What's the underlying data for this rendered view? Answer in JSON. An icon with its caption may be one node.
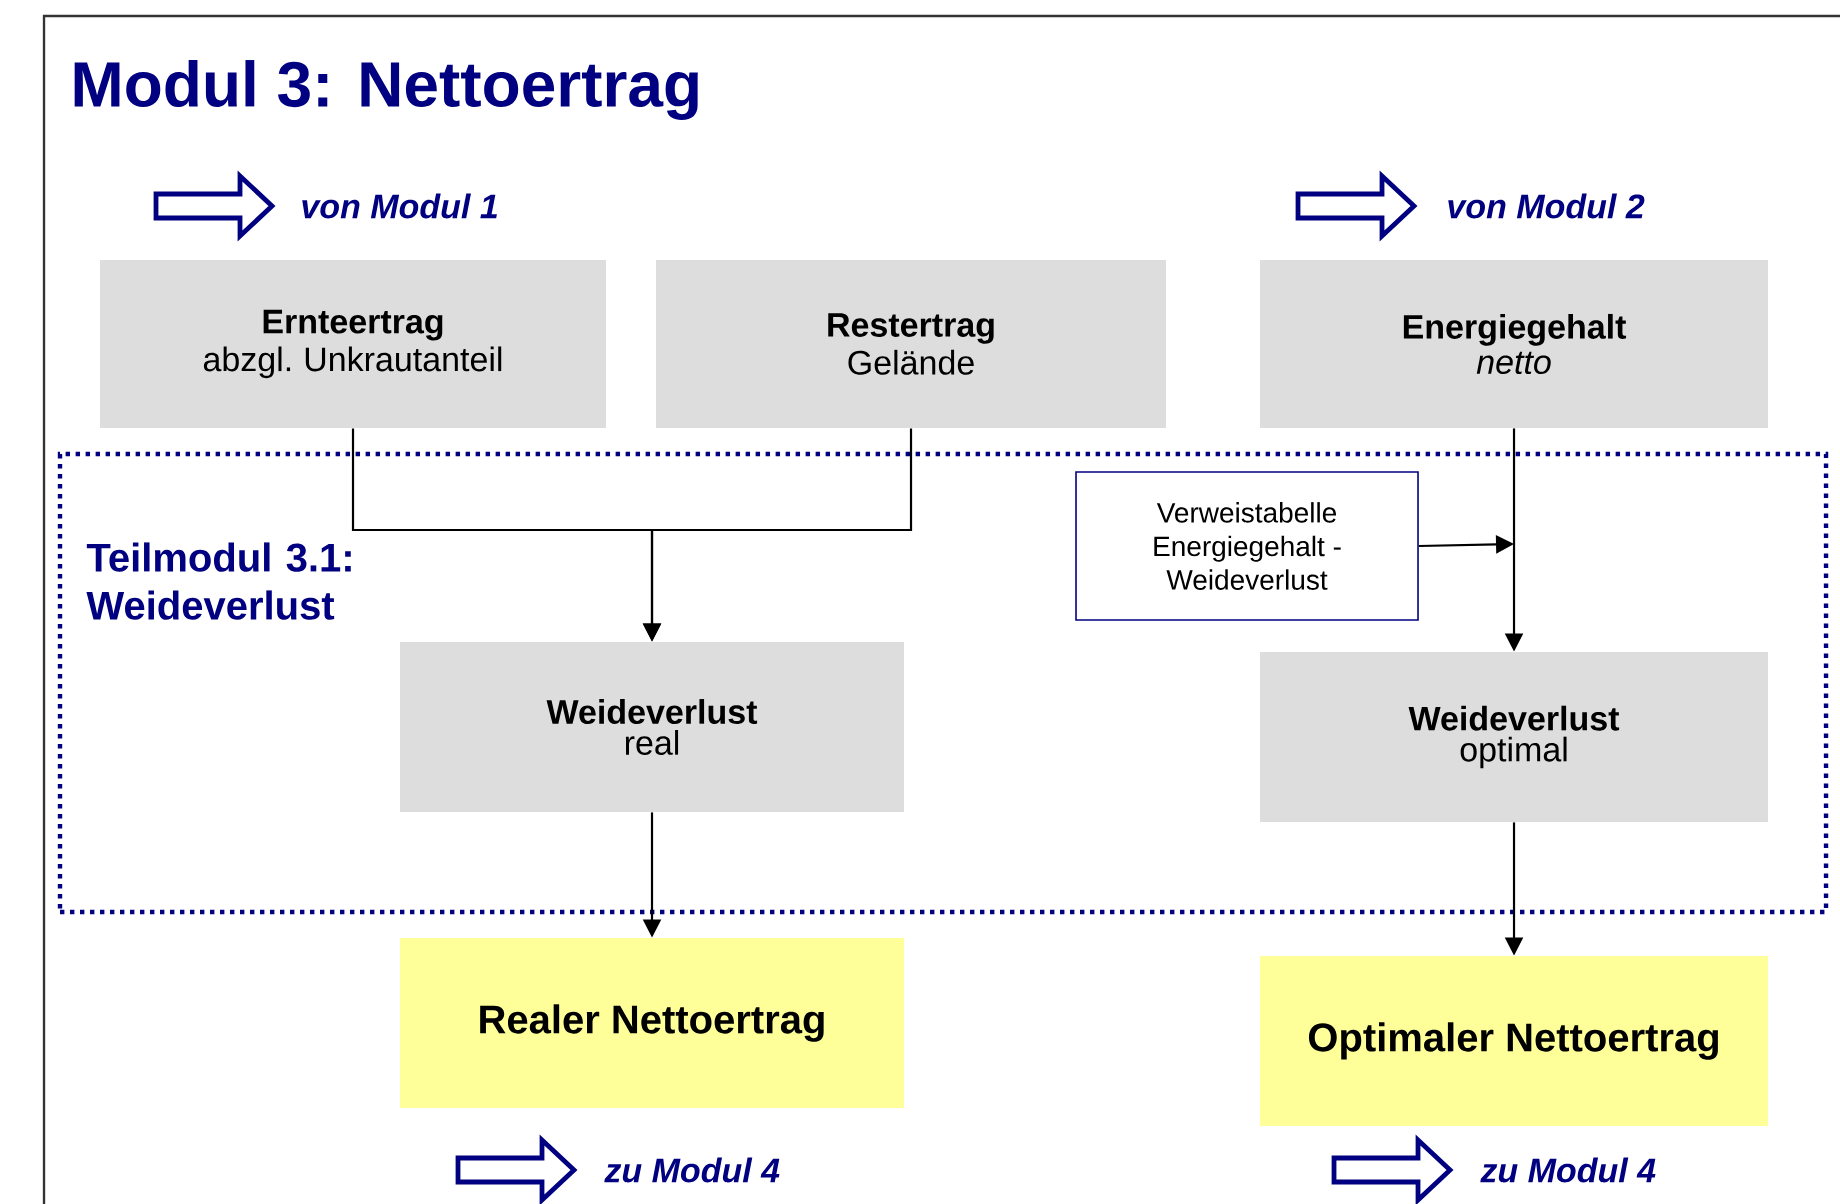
{
  "diagram": {
    "title": "Modul 3: Nettoertrag",
    "nodes": [
      {
        "text": [
          "Teilmodul 3.1: Weideverlust"
        ]
      },
      {
        "text": [
          "Ernteertrag",
          "abzgl. Unkrautanteil"
        ]
      },
      {
        "text": [
          "Restertrag",
          "Gelände"
        ]
      },
      {
        "text": [
          "Energiegehalt",
          "*netto*"
        ]
      },
      {
        "text": [
          "Verweistabelle Energiegehalt - Weideverlust"
        ],
        "in": 0
      },
      {
        "text": [
          "Weideverlust",
          "real"
        ],
        "in": 0
      },
      {
        "text": [
          "Weideverlust",
          "optimal"
        ],
        "in": 0
      },
      {
        "text": [
          "Realer Nettoertrag"
        ]
      },
      {
        "text": [
          "Optimaler Nettoertrag"
        ]
      }
    ],
    "edges": [
      {
        "from": 1,
        "to": 5,
        "arrow": "to"
      },
      {
        "from": 2,
        "to": 5,
        "arrow": "to"
      },
      {
        "from": 3,
        "to": 6,
        "arrow": "to"
      },
      {
        "from": 4,
        "to": null,
        "arrow": "to"
      },
      {
        "from": 5,
        "to": 7,
        "arrow": "to"
      },
      {
        "from": 6,
        "to": 8,
        "arrow": "to"
      }
    ],
    "labels": [
      "von Modul 1",
      "von Modul 2",
      "zu Modul 4",
      "zu Modul 4"
    ]
  }
}
